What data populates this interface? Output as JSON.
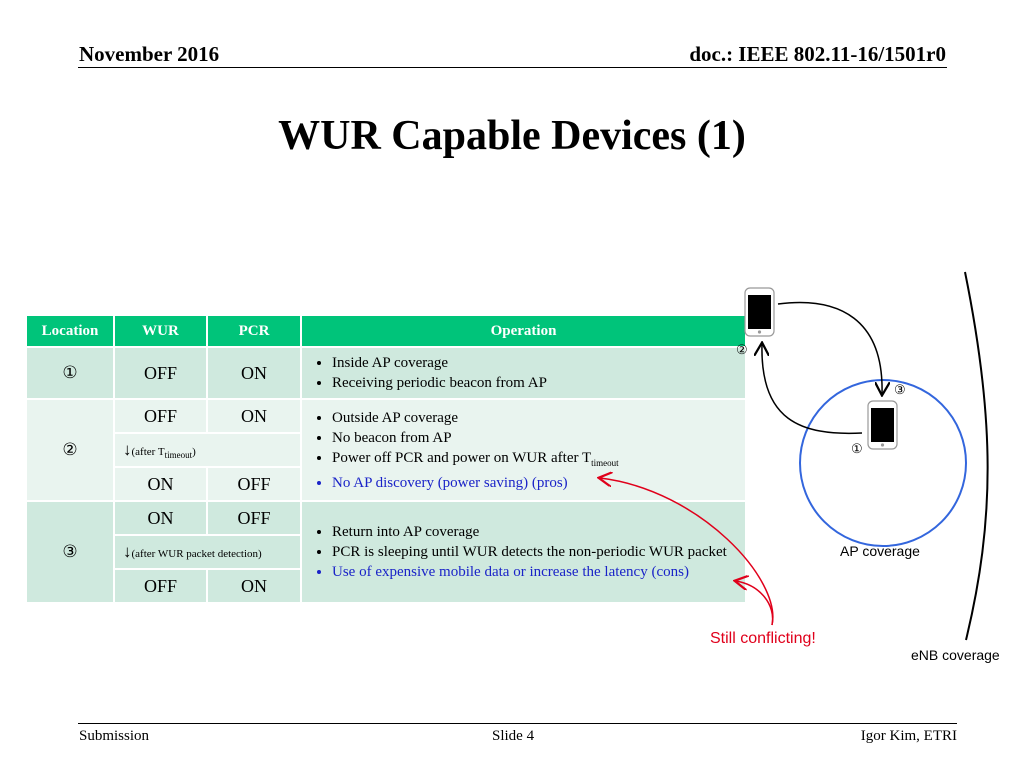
{
  "header": {
    "date": "November 2016",
    "doc": "doc.: IEEE 802.11-16/1501r0"
  },
  "title": "WUR Capable Devices (1)",
  "table": {
    "headers": {
      "location": "Location",
      "wur": "WUR",
      "pcr": "PCR",
      "operation": "Operation"
    },
    "loc1": {
      "marker": "①",
      "wur": "OFF",
      "pcr": "ON",
      "ops": [
        "Inside AP coverage",
        "Receiving periodic beacon from AP"
      ]
    },
    "loc2": {
      "marker": "②",
      "before": {
        "wur": "OFF",
        "pcr": "ON"
      },
      "transition_pre": "(after T",
      "transition_sub": "timeout",
      "transition_post": ")",
      "after": {
        "wur": "ON",
        "pcr": "OFF"
      },
      "op1": "Outside AP coverage",
      "op2": "No beacon from AP",
      "op3_pre": "Power off PCR and power on WUR after T",
      "op3_sub": "timeout",
      "op4": "No AP discovery (power saving) (pros)"
    },
    "loc3": {
      "marker": "③",
      "before": {
        "wur": "ON",
        "pcr": "OFF"
      },
      "transition": "(after WUR packet detection)",
      "after": {
        "wur": "OFF",
        "pcr": "ON"
      },
      "op1": "Return into AP coverage",
      "op2": "PCR is sleeping until WUR detects the non-periodic WUR packet",
      "op3": "Use of expensive mobile data or increase the latency (cons)"
    }
  },
  "diagram": {
    "marker1": "①",
    "marker2": "②",
    "marker3": "③",
    "ap_label": "AP coverage",
    "enb_label": "eNB coverage",
    "note": "Still conflicting!",
    "colors": {
      "ap_circle": "#3366dd",
      "note": "#e0001b",
      "header": "#00c47a"
    }
  },
  "footer": {
    "left": "Submission",
    "center": "Slide 4",
    "right": "Igor Kim, ETRI"
  }
}
